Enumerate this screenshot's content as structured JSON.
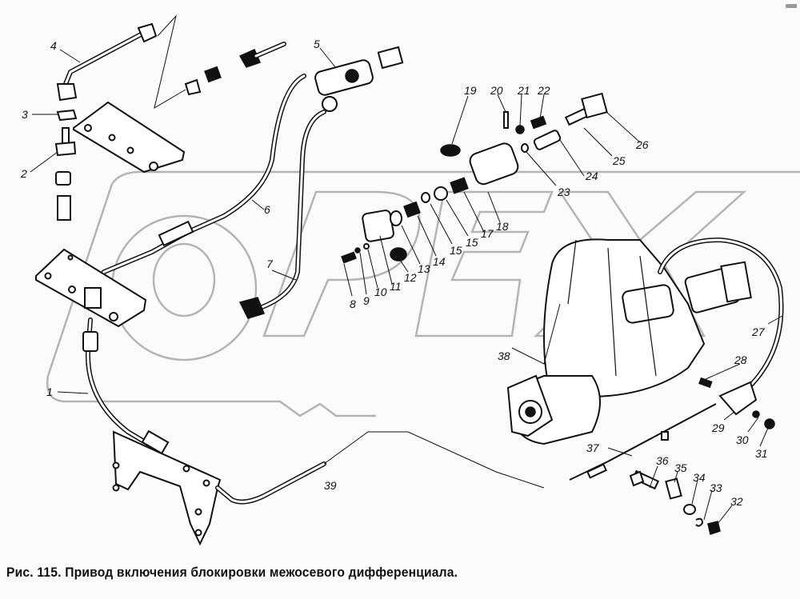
{
  "caption": "Рис. 115. Привод включения блокировки межосевого дифференциала.",
  "watermark": "OPEX",
  "diagram": {
    "type": "exploded-parts-diagram",
    "subject": "Interaxle differential lock drive",
    "callouts": [
      {
        "id": "1",
        "label": "1"
      },
      {
        "id": "2",
        "label": "2"
      },
      {
        "id": "3",
        "label": "3"
      },
      {
        "id": "4",
        "label": "4"
      },
      {
        "id": "5",
        "label": "5"
      },
      {
        "id": "6",
        "label": "6"
      },
      {
        "id": "7",
        "label": "7"
      },
      {
        "id": "8",
        "label": "8"
      },
      {
        "id": "9",
        "label": "9"
      },
      {
        "id": "10",
        "label": "10"
      },
      {
        "id": "11",
        "label": "11"
      },
      {
        "id": "12",
        "label": "12"
      },
      {
        "id": "13",
        "label": "13"
      },
      {
        "id": "14",
        "label": "14"
      },
      {
        "id": "15a",
        "label": "15"
      },
      {
        "id": "15b",
        "label": "15"
      },
      {
        "id": "17",
        "label": "17"
      },
      {
        "id": "18",
        "label": "18"
      },
      {
        "id": "19",
        "label": "19"
      },
      {
        "id": "20",
        "label": "20"
      },
      {
        "id": "21",
        "label": "21"
      },
      {
        "id": "22",
        "label": "22"
      },
      {
        "id": "23",
        "label": "23"
      },
      {
        "id": "24",
        "label": "24"
      },
      {
        "id": "25",
        "label": "25"
      },
      {
        "id": "26",
        "label": "26"
      },
      {
        "id": "27",
        "label": "27"
      },
      {
        "id": "28",
        "label": "28"
      },
      {
        "id": "29",
        "label": "29"
      },
      {
        "id": "30",
        "label": "30"
      },
      {
        "id": "31",
        "label": "31"
      },
      {
        "id": "32",
        "label": "32"
      },
      {
        "id": "33",
        "label": "33"
      },
      {
        "id": "34",
        "label": "34"
      },
      {
        "id": "35",
        "label": "35"
      },
      {
        "id": "36",
        "label": "36"
      },
      {
        "id": "37",
        "label": "37"
      },
      {
        "id": "38",
        "label": "38"
      },
      {
        "id": "39",
        "label": "39"
      }
    ]
  }
}
